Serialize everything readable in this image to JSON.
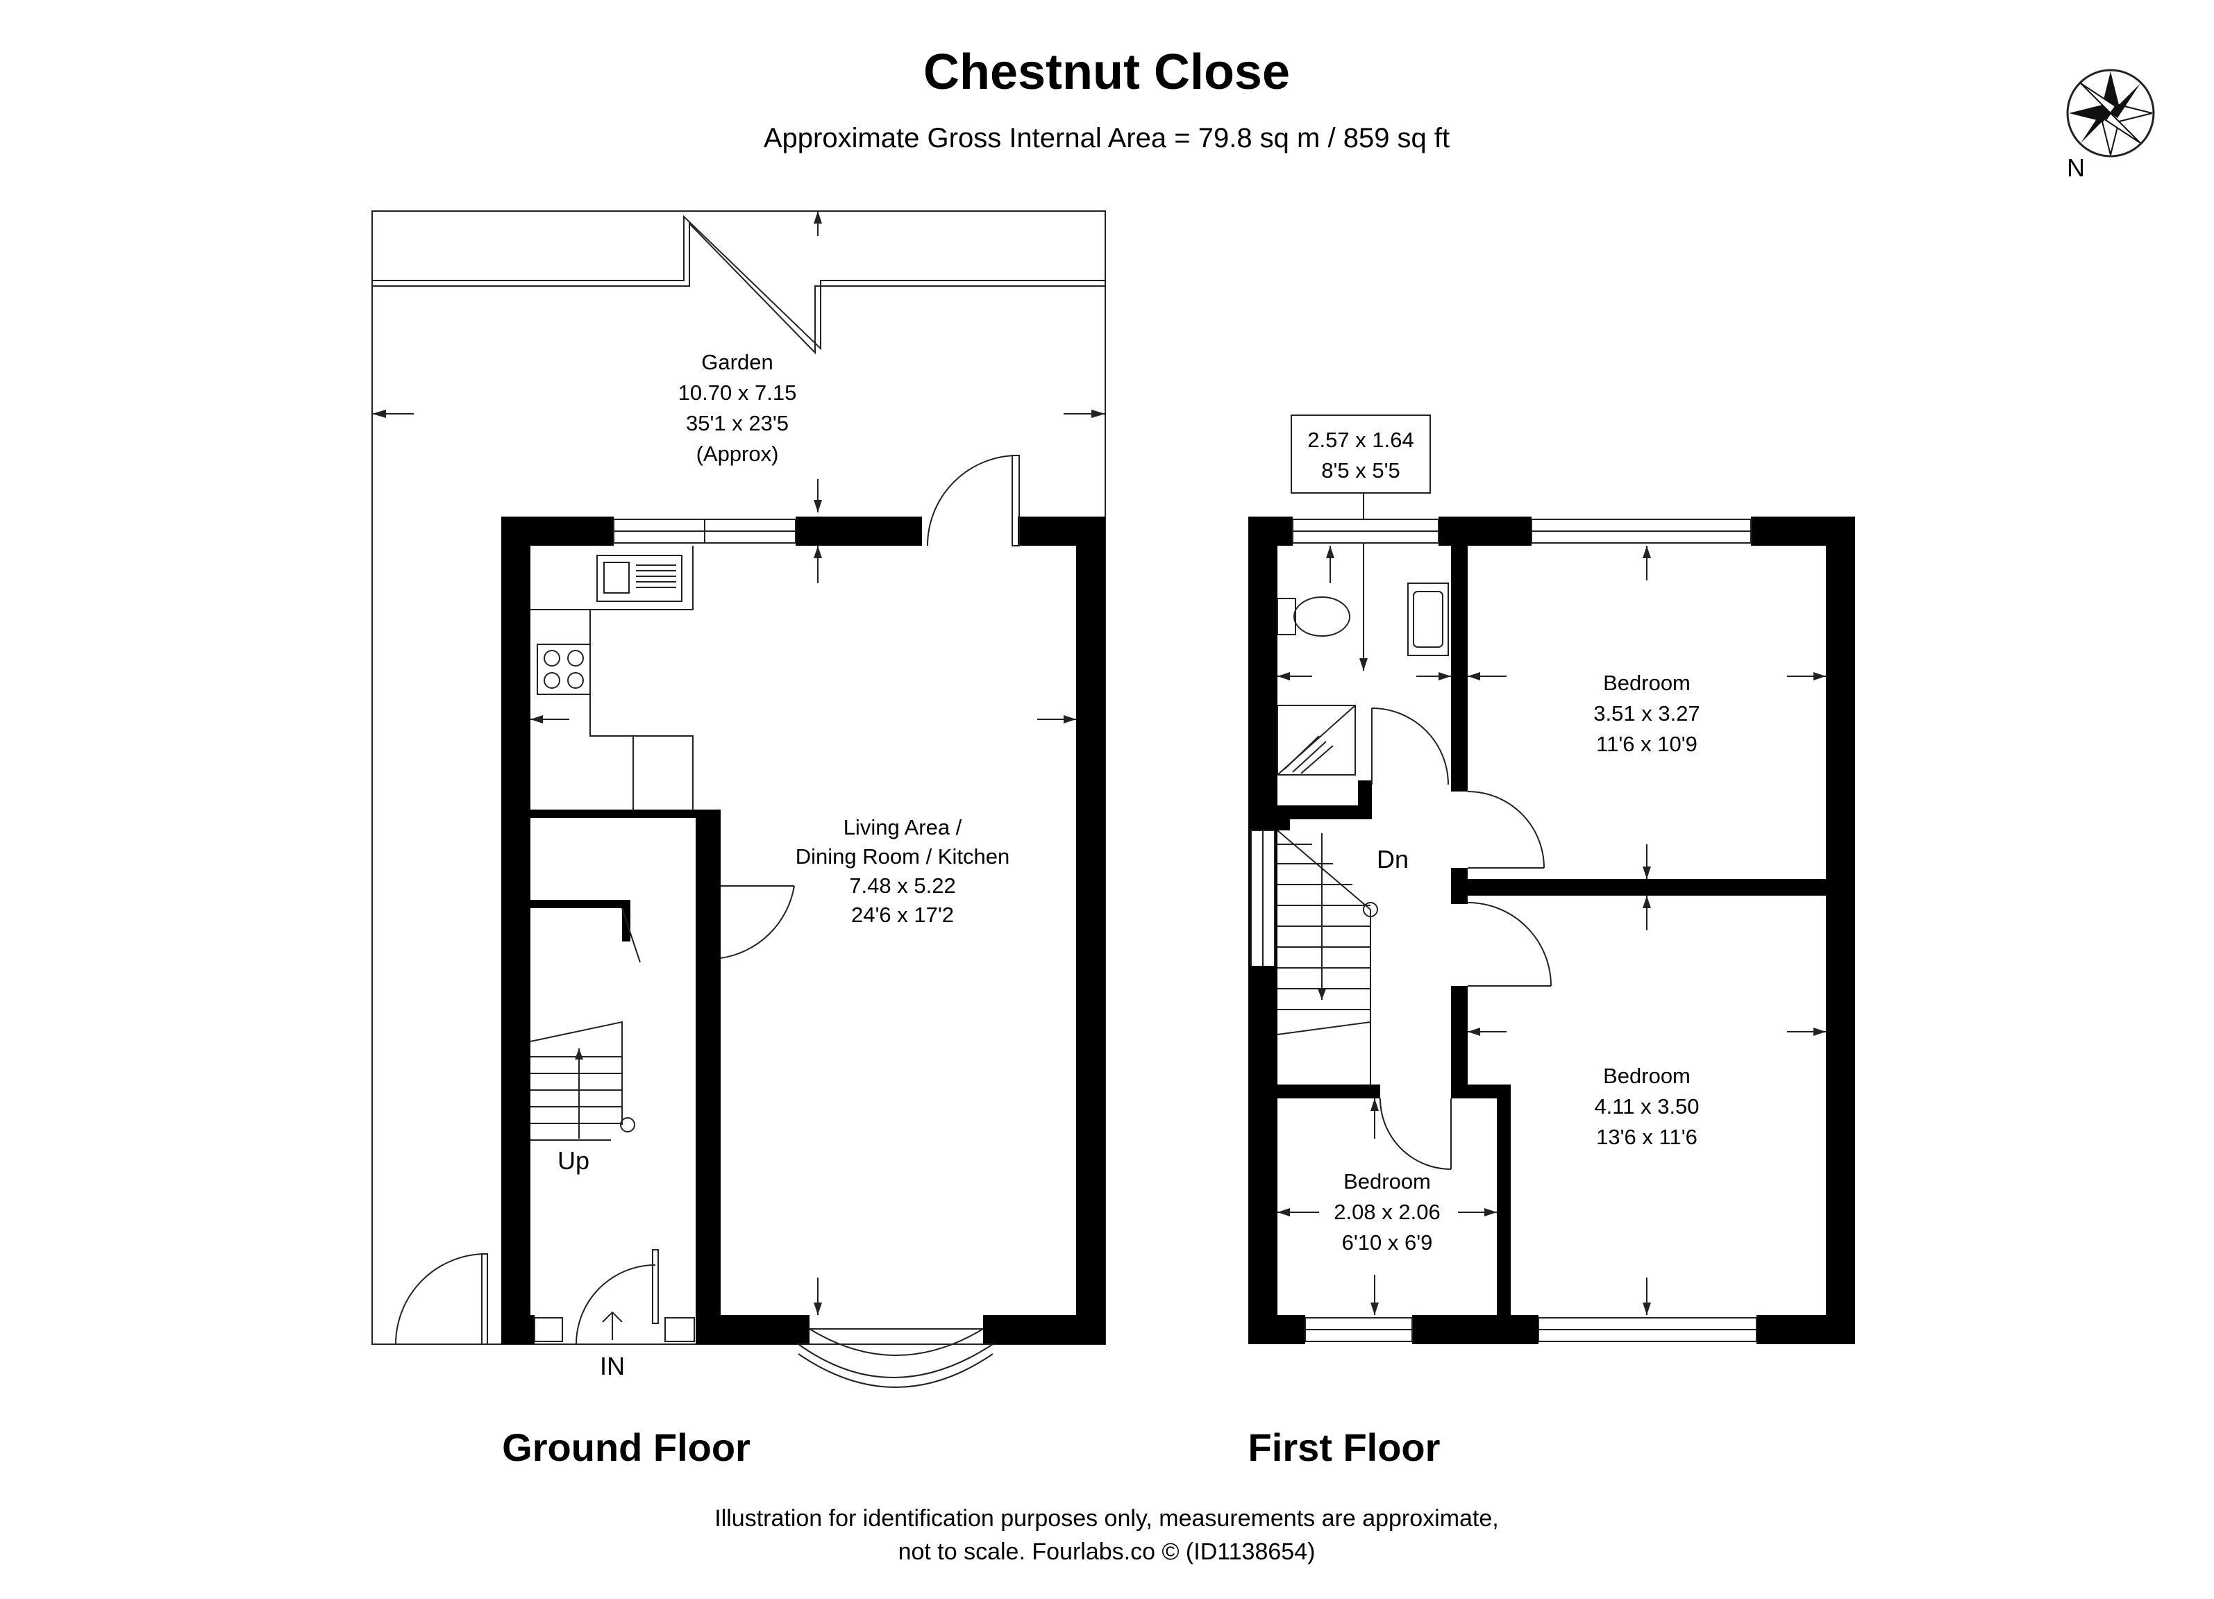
{
  "header": {
    "title": "Chestnut Close",
    "subtitle": "Approximate Gross Internal Area = 79.8 sq m / 859 sq ft"
  },
  "compass": {
    "label": "N"
  },
  "ground_floor": {
    "label": "Ground Floor",
    "garden": {
      "name": "Garden",
      "metric": "10.70 x 7.15",
      "imperial": "35'1 x 23'5",
      "note": "(Approx)"
    },
    "living": {
      "name_line1": "Living Area /",
      "name_line2": "Dining Room / Kitchen",
      "metric": "7.48 x 5.22",
      "imperial": "24'6 x 17'2"
    },
    "stairs_label": "Up",
    "entrance_label": "IN"
  },
  "first_floor": {
    "label": "First Floor",
    "bathroom": {
      "metric": "2.57 x 1.64",
      "imperial": "8'5 x 5'5"
    },
    "stairs_label": "Dn",
    "bedroom_1": {
      "name": "Bedroom",
      "metric": "3.51 x 3.27",
      "imperial": "11'6 x 10'9"
    },
    "bedroom_2": {
      "name": "Bedroom",
      "metric": "4.11 x 3.50",
      "imperial": "13'6 x 11'6"
    },
    "bedroom_3": {
      "name": "Bedroom",
      "metric": "2.08 x 2.06",
      "imperial": "6'10 x 6'9"
    }
  },
  "footer": {
    "line1": "Illustration for identification purposes only, measurements are approximate,",
    "line2": "not to scale. Fourlabs.co © (ID1138654)"
  }
}
